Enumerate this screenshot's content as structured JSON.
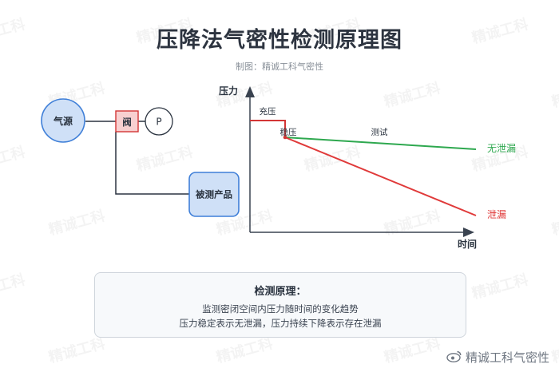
{
  "title": "压降法气密性检测原理图",
  "subtitle": "制图：精诚工科气密性",
  "components": {
    "gas_source": "气源",
    "valve": "阀",
    "gauge": "P",
    "product": "被测产品"
  },
  "chart": {
    "ylabel": "压力",
    "xlabel": "时间",
    "phase_fill": "充压",
    "phase_stable": "稳压",
    "phase_test": "测试",
    "no_leak_label": "无泄漏",
    "leak_label": "泄漏"
  },
  "principle": {
    "title": "检测原理：",
    "line1": "监测密闭空间内压力随时间的变化趋势",
    "line2": "压力稳定表示无泄漏，压力持续下降表示存在泄漏"
  },
  "watermark_text": "精诚工科",
  "footer": "精诚工科气密性",
  "colors": {
    "no_leak": "#2ea84f",
    "leak": "#e03a3a",
    "fill_curve": "#d33636",
    "component_fill": "#cfe0f7",
    "component_stroke": "#3f7fd8",
    "valve_fill": "#f8d0d0",
    "valve_stroke": "#d33636"
  }
}
